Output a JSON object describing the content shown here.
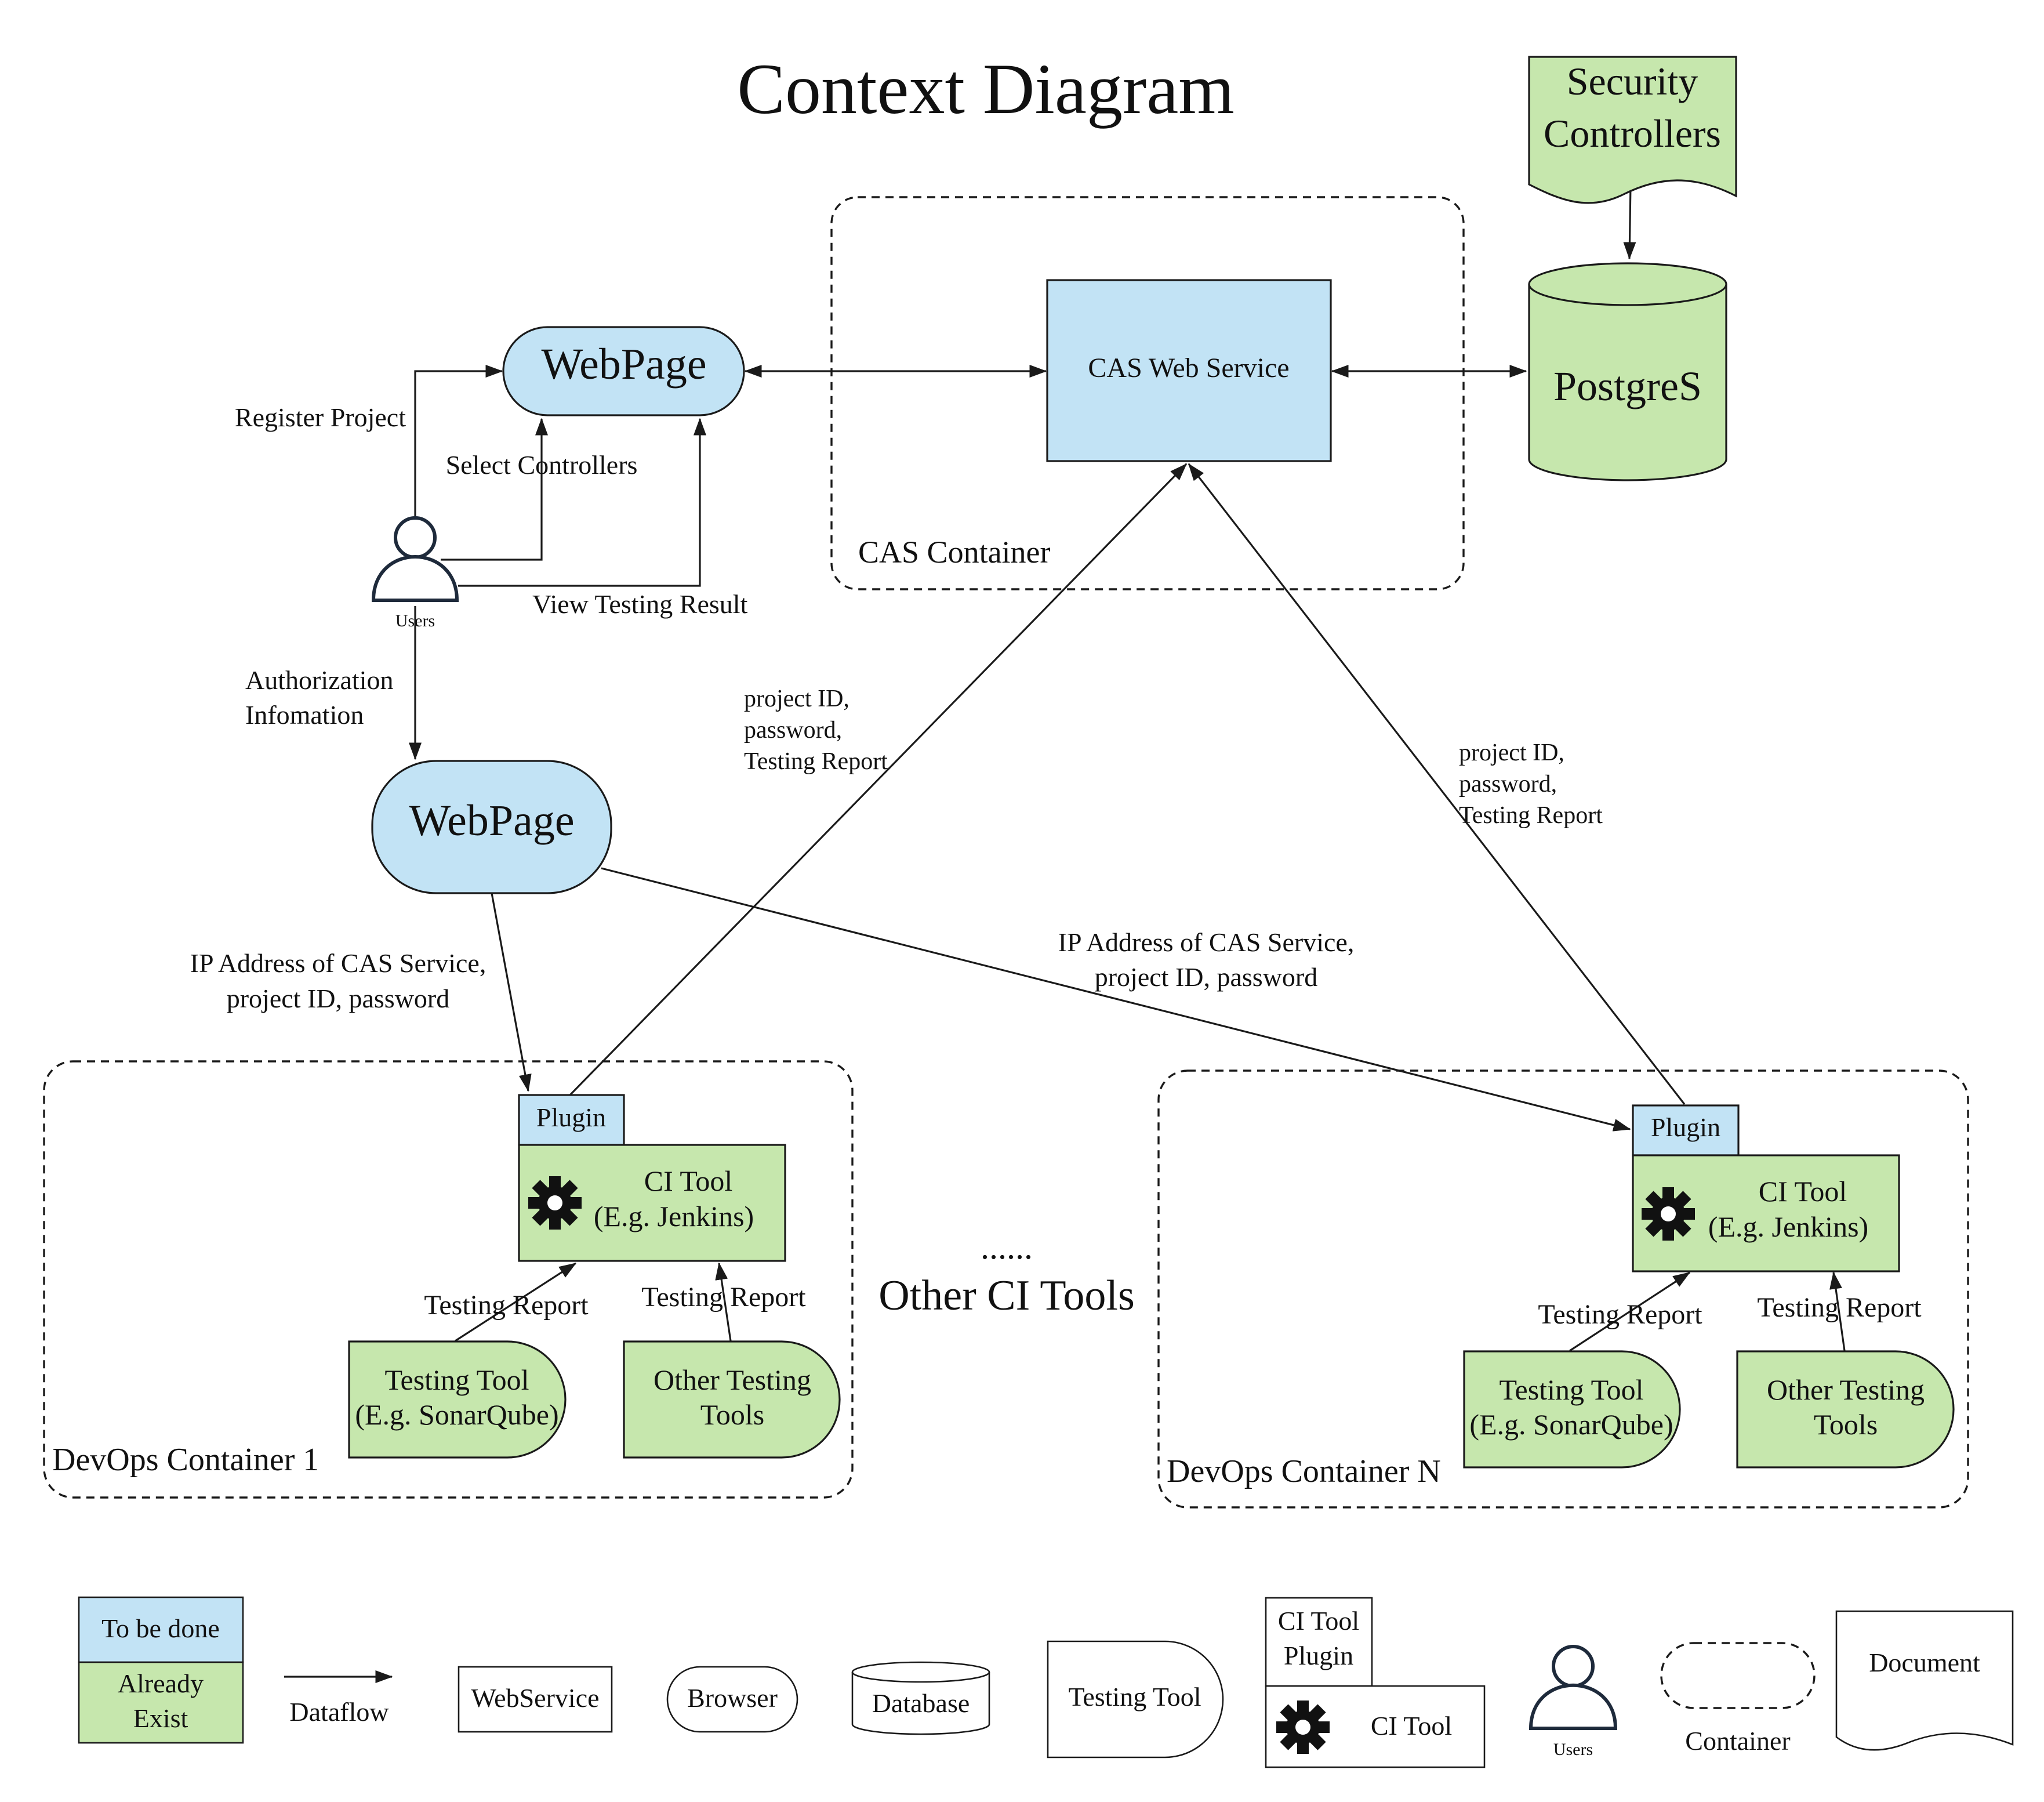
{
  "title": "Context Diagram",
  "colors": {
    "to_be_done": "#c2e3f5",
    "already_exist": "#c6e7ad",
    "user_icon": "#1e2a3b",
    "line": "#1a1a1a"
  },
  "nodes": {
    "security_controllers": {
      "line1": "Security",
      "line2": "Controllers"
    },
    "postgres": "PostgreS",
    "cas_web_service": "CAS Web Service",
    "cas_container": "CAS Container",
    "webpage_top": "WebPage",
    "webpage_mid": "WebPage",
    "users": "Users",
    "other_ci": {
      "dots": "......",
      "label": "Other CI Tools"
    },
    "container1": {
      "title": "DevOps Container 1",
      "plugin": "Plugin",
      "ci_tool": {
        "line1": "CI Tool",
        "line2": "(E.g. Jenkins)"
      },
      "testing_tool": {
        "line1": "Testing Tool",
        "line2": "(E.g. SonarQube)"
      },
      "other_tools": {
        "line1": "Other Testing",
        "line2": "Tools"
      },
      "report_left": "Testing Report",
      "report_right": "Testing Report"
    },
    "containerN": {
      "title": "DevOps Container N",
      "plugin": "Plugin",
      "ci_tool": {
        "line1": "CI Tool",
        "line2": "(E.g. Jenkins)"
      },
      "testing_tool": {
        "line1": "Testing Tool",
        "line2": "(E.g. SonarQube)"
      },
      "other_tools": {
        "line1": "Other Testing",
        "line2": "Tools"
      },
      "report_left": "Testing Report",
      "report_right": "Testing Report"
    }
  },
  "edge_labels": {
    "register_project": "Register Project",
    "select_controllers": "Select Controllers",
    "view_testing_result": "View Testing Result",
    "authorization": {
      "line1": "Authorization",
      "line2": "Infomation"
    },
    "cas_info_left": {
      "line1": "IP Address of CAS Service,",
      "line2": "project ID, password"
    },
    "cas_info_right": {
      "line1": "IP Address of CAS Service,",
      "line2": "project ID, password"
    },
    "report_to_cas_left": {
      "line1": "project ID,",
      "line2": "password,",
      "line3": "Testing Report"
    },
    "report_to_cas_right": {
      "line1": "project ID,",
      "line2": "password,",
      "line3": "Testing Report"
    }
  },
  "legend": {
    "to_be_done": "To be done",
    "already_exist": {
      "line1": "Already",
      "line2": "Exist"
    },
    "dataflow": "Dataflow",
    "webservice": "WebService",
    "browser": "Browser",
    "database": "Database",
    "testing_tool": "Testing Tool",
    "ci_plugin": {
      "line1": "CI Tool",
      "line2": "Plugin"
    },
    "ci_tool": "CI Tool",
    "users": "Users",
    "container": "Container",
    "document": "Document"
  }
}
